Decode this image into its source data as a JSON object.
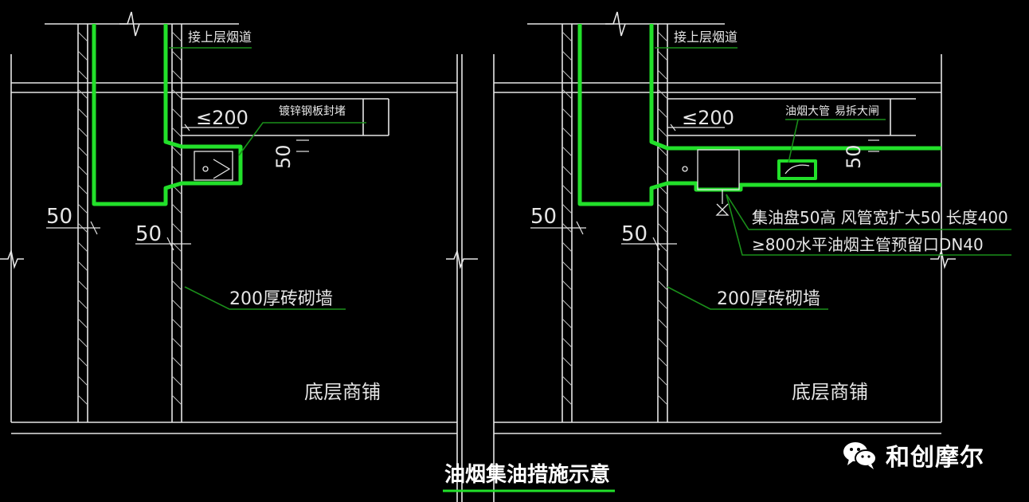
{
  "left": {
    "label_top": "接上层烟道",
    "label_steel": "镀锌钢板封堵",
    "dim_le200": "≤200",
    "dim_50_vertical": "50",
    "dim_50_left": "50",
    "dim_50_mid": "50",
    "label_wall": "200厚砖砌墙",
    "label_room": "底层商铺"
  },
  "right": {
    "label_top": "接上层烟道",
    "label_trap": "油烟大管",
    "label_oil": "易拆大闸",
    "dim_le200": "≤200",
    "dim_50_vertical": "50",
    "dim_50_left": "50",
    "dim_50_mid": "50",
    "note_1": "集油盘50高  风管宽扩大50  长度400",
    "note_2": "≥800水平油烟主管预留口DN40",
    "label_wall": "200厚砖砌墙",
    "label_room": "底层商铺"
  },
  "caption": "油烟集油措施示意",
  "watermark": {
    "text": "和创摩尔",
    "icon": "wechat-icon"
  },
  "colors": {
    "background": "#000000",
    "duct": "#22e02a",
    "line": "#e6e6e6",
    "leader": "#1a8f1a"
  }
}
